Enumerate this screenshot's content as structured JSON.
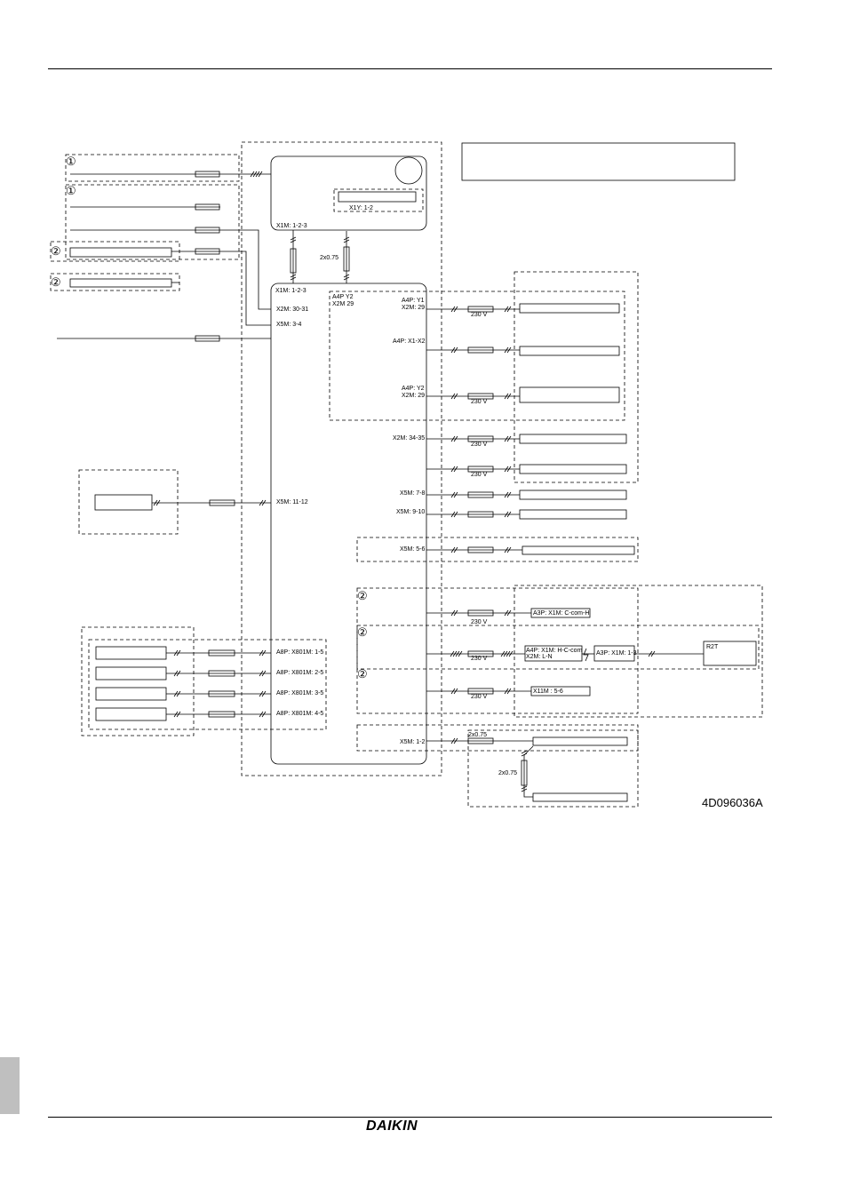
{
  "page": {
    "brand": "DAIKIN",
    "drawing_no": "4D096036A"
  },
  "markers": {
    "one": "①",
    "two": "②"
  },
  "labels": {
    "indoor_x1m": "X1M: 1-2-3",
    "x1y": "X1Y: 1-2",
    "x1m_box": "X1M: 1-2-3",
    "cable_2x075": "2x0.75",
    "x2m_3031": "X2M: 30-31",
    "x5m_34": "X5M: 3-4",
    "a4p_y2_x2m29_a": "A4P Y2",
    "a4p_y2_x2m29_b": "X2M 29",
    "a4p_y1_a": "A4P: Y1",
    "a4p_y1_b": "X2M: 29",
    "a4p_x1x2": "A4P: X1-X2",
    "a4p_y2_a": "A4P: Y2",
    "a4p_y2_b": "X2M: 29",
    "x2m_3435": "X2M: 34-35",
    "x5m_78": "X5M: 7-8",
    "x5m_910": "X5M: 9-10",
    "x5m_56": "X5M: 5-6",
    "x5m_1112": "X5M: 11-12",
    "v230": "230 V",
    "a3p_ccomh": "A3P: X1M: C-com-H",
    "a4p_hccom": "A4P: X1M: H-C-com",
    "x2m_ln": "X2M: L-N",
    "a3p_x1m13": "A3P: X1M: 1-3",
    "r2t": "R2T",
    "x11m_56": "X11M : 5-6",
    "a8p_15": "A8P: X801M: 1-5",
    "a8p_25": "A8P: X801M: 2-5",
    "a8p_35": "A8P: X801M: 3-5",
    "a8p_45": "A8P: X801M: 4-5",
    "x5m_12": "X5M: 1-2",
    "cable_2x075_b": "2x0.75",
    "cable_2x075_c": "2x0.75"
  }
}
